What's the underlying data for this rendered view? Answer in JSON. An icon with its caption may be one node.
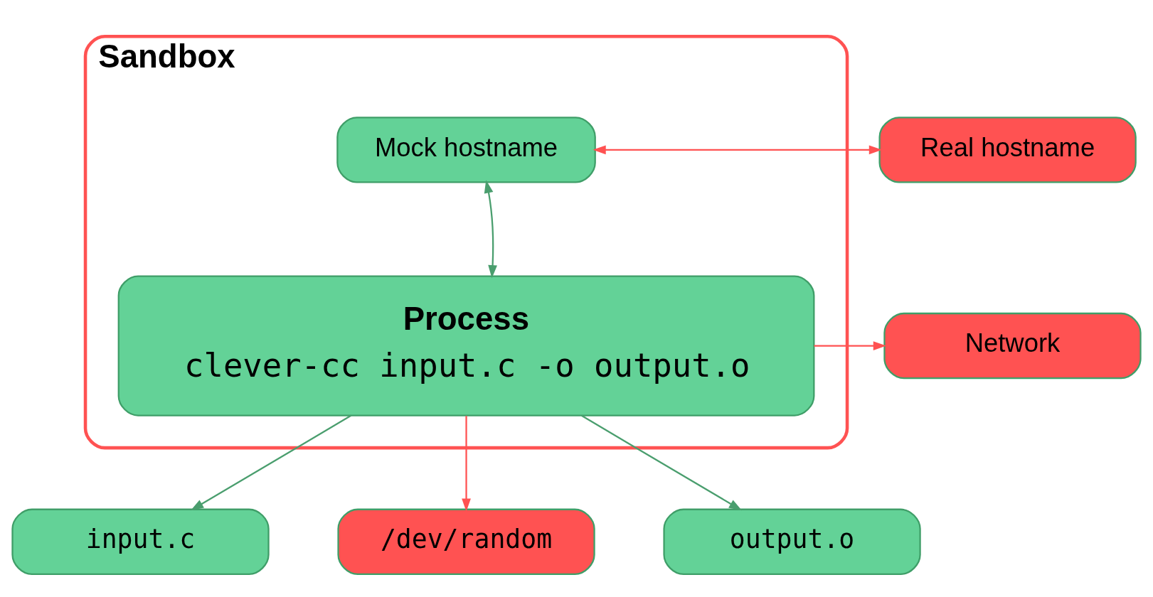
{
  "diagram": {
    "nodes": [
      {
        "text": [
          "Sandbox"
        ]
      },
      {
        "text": [
          "Mock hostname"
        ],
        "in": 0
      },
      {
        "text": [
          "Process",
          "clever-cc input.c -o output.o"
        ],
        "in": 0
      },
      {
        "text": [
          "Real hostname"
        ]
      },
      {
        "text": [
          "Network"
        ]
      },
      {
        "text": [
          "input.c"
        ]
      },
      {
        "text": [
          "/dev/random"
        ]
      },
      {
        "text": [
          "output.o"
        ]
      }
    ],
    "edges": [
      {
        "from": 2,
        "to": 1,
        "arrow": "both",
        "color": "#4a9e6e"
      },
      {
        "from": 1,
        "to": 3,
        "arrow": "both",
        "color": "#ff5252"
      },
      {
        "from": 2,
        "to": 4,
        "arrow": "to",
        "color": "#ff5252"
      },
      {
        "from": 2,
        "to": 5,
        "arrow": "to",
        "color": "#4a9e6e"
      },
      {
        "from": 2,
        "to": 6,
        "arrow": "to",
        "color": "#ff5252"
      },
      {
        "from": 2,
        "to": 7,
        "arrow": "to",
        "color": "#4a9e6e"
      }
    ]
  }
}
